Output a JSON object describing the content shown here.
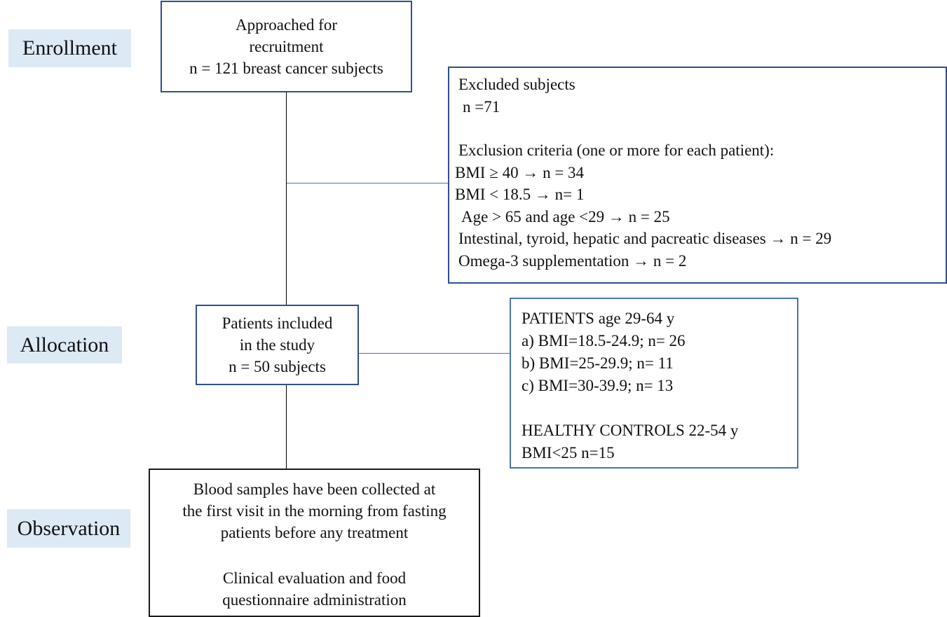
{
  "stages": {
    "enrollment": "Enrollment",
    "allocation": "Allocation",
    "observation": "Observation"
  },
  "recruitment_box": {
    "lines": [
      "Approached for",
      "recruitment",
      "n = 121 breast cancer subjects"
    ]
  },
  "excluded_box": {
    "title": "Excluded subjects",
    "count": "n =71",
    "criteria_header": "Exclusion criteria (one or more for each patient):",
    "criteria": [
      "BMI ≥ 40 → n = 34",
      "BMI < 18.5 → n= 1",
      "Age > 65 and age <29 → n = 25",
      "Intestinal, tyroid, hepatic and pacreatic diseases → n = 29",
      "Omega-3 supplementation → n = 2"
    ]
  },
  "included_box": {
    "lines": [
      "Patients included",
      "in the study",
      "n = 50 subjects"
    ]
  },
  "groups_box": {
    "patients_header": "PATIENTS age 29-64 y",
    "patients": [
      "a) BMI=18.5-24.9; n= 26",
      "b) BMI=25-29.9; n= 11",
      "c) BMI=30-39.9; n= 13"
    ],
    "controls_header": "HEALTHY CONTROLS 22-54 y",
    "controls": "BMI<25 n=15"
  },
  "observation_box": {
    "lines1": [
      "Blood samples have been collected at",
      "the first visit in the morning from fasting",
      "patients before any treatment"
    ],
    "lines2": [
      "Clinical evaluation and food",
      "questionnaire administration"
    ]
  }
}
